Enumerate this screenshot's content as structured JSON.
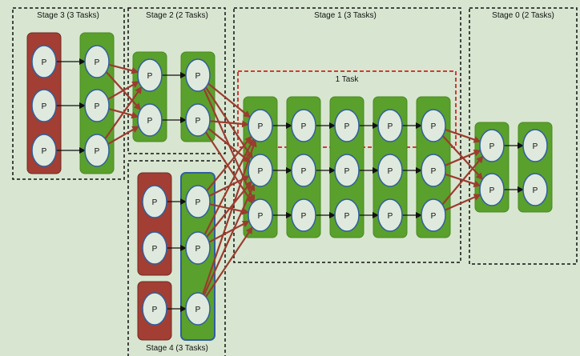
{
  "stages": {
    "stage3": {
      "title": "Stage 3 (3 Tasks)"
    },
    "stage2": {
      "title": "Stage 2 (2 Tasks)"
    },
    "stage1": {
      "title": "Stage 1 (3 Tasks)"
    },
    "stage0": {
      "title": "Stage 0 (2 Tasks)"
    },
    "stage4": {
      "title": "Stage 4 (3 Tasks)"
    }
  },
  "task_label": "1 Task",
  "partition_label": "P",
  "colors": {
    "background": "#d8e6d1",
    "green_rdd": "#5aa02c",
    "red_rdd": "#a23e34",
    "partition_fill": "#dfe9dd",
    "partition_stroke": "#2f5f9e",
    "shuffle_arrow": "#9c3b2e",
    "narrow_arrow": "#111111",
    "task_box": "#d00000"
  }
}
